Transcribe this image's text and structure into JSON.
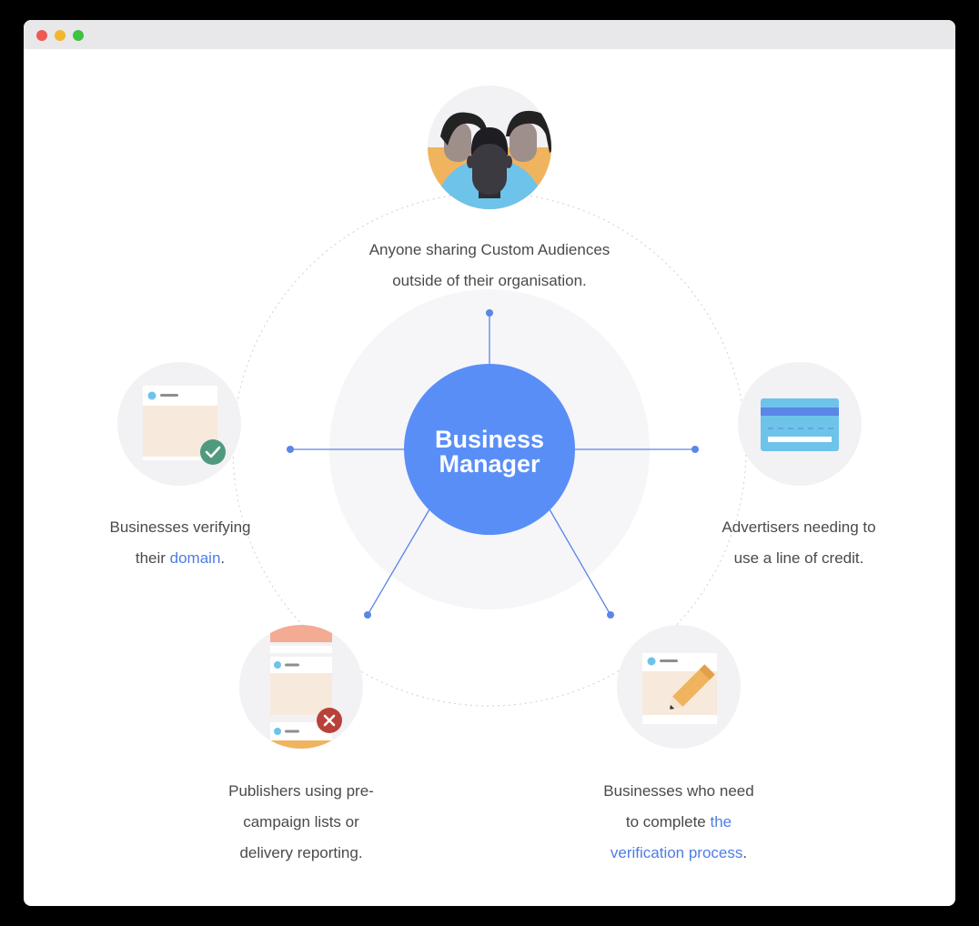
{
  "diagram": {
    "center_label_line1": "Business",
    "center_label_line2": "Manager",
    "nodes": {
      "top": {
        "icon": "people-group-icon",
        "line1": "Anyone sharing Custom Audiences",
        "line2": "outside of their organisation."
      },
      "left": {
        "icon": "domain-verified-icon",
        "line1": "Businesses verifying",
        "line2_prefix": "their ",
        "line2_link": "domain",
        "line2_suffix": "."
      },
      "right": {
        "icon": "credit-card-icon",
        "line1": "Advertisers needing to",
        "line2": "use a line of credit."
      },
      "bottom_left": {
        "icon": "publisher-rejected-list-icon",
        "line1": "Publishers using pre-",
        "line2": "campaign lists or",
        "line3": "delivery reporting."
      },
      "bottom_right": {
        "icon": "document-pencil-icon",
        "line1": "Businesses who need",
        "line2_prefix": "to complete ",
        "line2_link": "the",
        "line3_link": "verification process",
        "line3_suffix": "."
      }
    }
  },
  "colors": {
    "center": "#5a8ef7",
    "connector": "#5a86e6",
    "link": "#4d7de8",
    "node_bg": "#f2f1f4"
  }
}
